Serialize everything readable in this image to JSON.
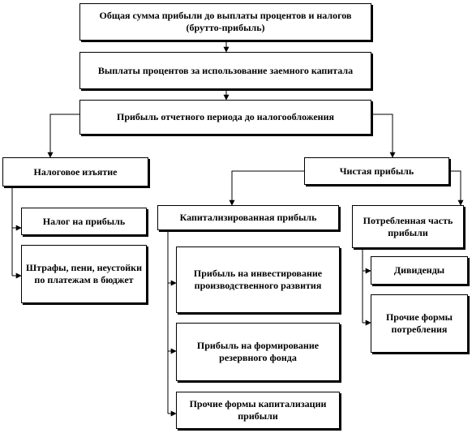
{
  "nodes": {
    "gross_profit": "Общая сумма прибыли до выплаты процентов и налогов (брутто-прибыль)",
    "interest": "Выплаты процентов за использование заемного капитала",
    "pretax_profit": "Прибыль отчетного периода до налогообложения",
    "tax_withdrawal": "Налоговое изъятие",
    "net_profit": "Чистая прибыль",
    "profit_tax": "Налог на прибыль",
    "fines": "Штрафы, пени, неустойки по платежам в бюджет",
    "capitalized_profit": "Капитализированная прибыль",
    "consumed_profit": "Потребленная часть прибыли",
    "investment": "Прибыль на инвестирование производственного развития",
    "reserve_fund": "Прибыль на формирование резервного фонда",
    "other_capitalization": "Прочие формы капитализации прибыли",
    "dividends": "Дивиденды",
    "other_consumption": "Прочие формы потребления"
  }
}
